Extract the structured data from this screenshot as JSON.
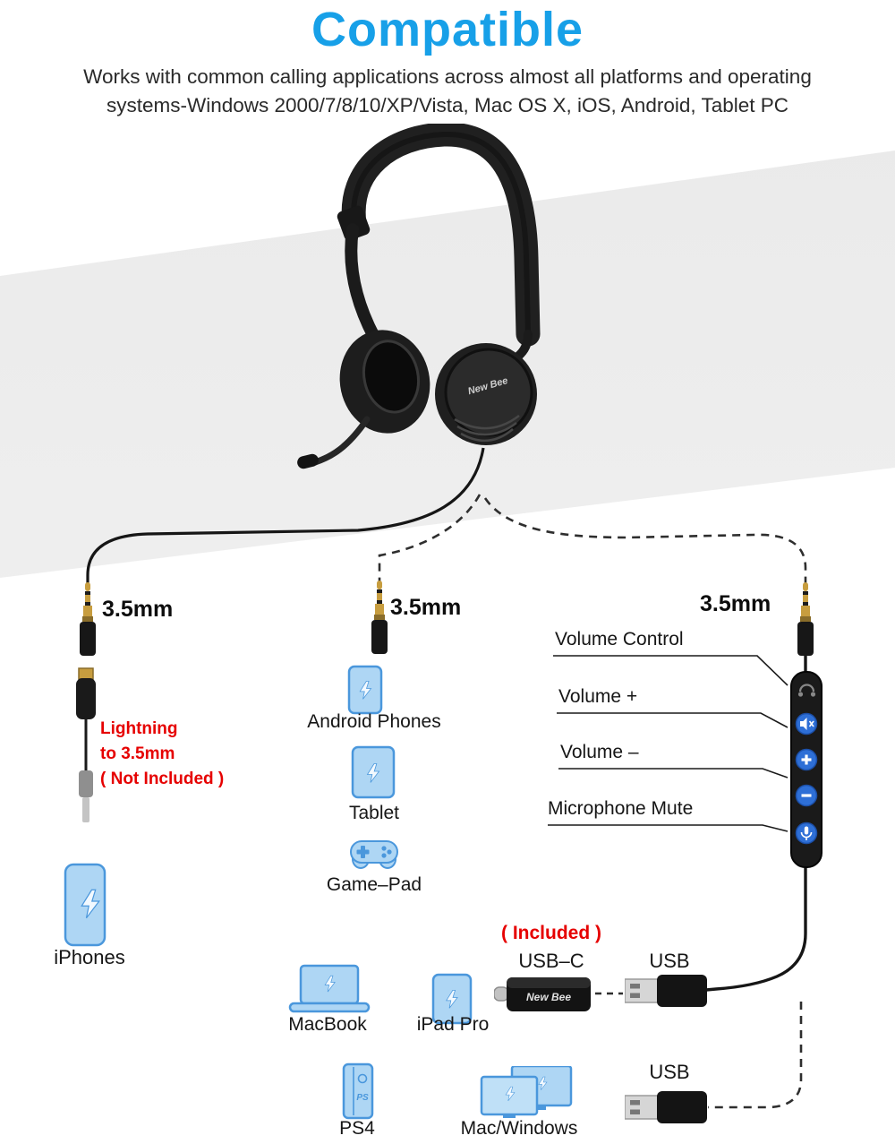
{
  "page": {
    "title": "Compatible",
    "subtitle": [
      "Works with common calling applications across almost all platforms and operating",
      "systems-Windows 2000/7/8/10/XP/Vista, Mac OS X, iOS, Android, Tablet PC"
    ]
  },
  "colors": {
    "title_blue": "#17a0e8",
    "icon_fill": "#aed6f4",
    "icon_stroke": "#4a97dc",
    "red": "#e60000",
    "remote_body": "#1a1a1a",
    "button_blue": "#2e6fd6",
    "gold": "#c79d3f"
  },
  "headset": {
    "brand": "New Bee"
  },
  "connectors": {
    "left_jack": "3.5mm",
    "middle_jack": "3.5mm",
    "right_jack": "3.5mm"
  },
  "left_column": {
    "note": [
      "Lightning",
      "to 3.5mm",
      "( Not Included )"
    ],
    "device_label": "iPhones"
  },
  "middle_column": {
    "android_label": "Android Phones",
    "tablet_label": "Tablet",
    "gamepad_label": "Game–Pad"
  },
  "remote": {
    "volume_control": "Volume Control",
    "volume_up": "Volume +",
    "volume_down": "Volume –",
    "mic_mute": "Microphone Mute"
  },
  "bottom": {
    "included": "( Included )",
    "usb_c": "USB–C",
    "usb_top": "USB",
    "usb_bottom": "USB",
    "adapter_brand": "New Bee",
    "macbook": "MacBook",
    "ipad": "iPad Pro",
    "ps4": "PS4",
    "mac_windows": "Mac/Windows"
  },
  "icons": [
    "headset-icon",
    "jack-3.5mm-icon",
    "lightning-adapter-icon",
    "iphone-icon",
    "android-phone-icon",
    "tablet-icon",
    "gamepad-icon",
    "inline-remote-icon",
    "usb-c-adapter-icon",
    "usb-plug-icon",
    "macbook-icon",
    "ipad-icon",
    "ps4-icon",
    "desktop-monitors-icon"
  ]
}
